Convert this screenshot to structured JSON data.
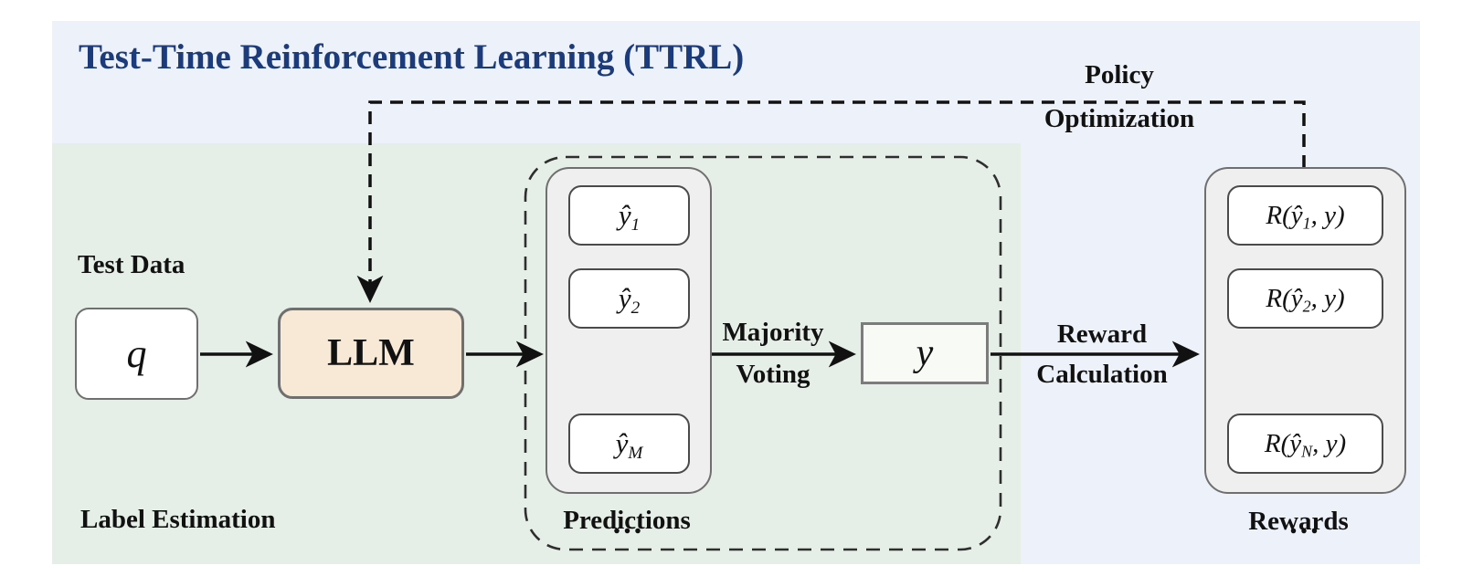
{
  "title": "Test-Time Reinforcement Learning (TTRL)",
  "colors": {
    "panel-blue": "#ECF1FA",
    "panel-green": "#E6EFE7",
    "title-navy": "#1B3B7B",
    "llm-peach": "#F8E8D6",
    "container-gray": "#EFEFEF",
    "box-border": "#6F6F6F",
    "ybox-fill": "#F7FAF5",
    "arrow-black": "#111111"
  },
  "feedback": {
    "label_line1": "Policy",
    "label_line2": "Optimization"
  },
  "pipeline": {
    "test_data_label": "Test Data",
    "q_label": "q",
    "llm_label": "LLM",
    "label_estimation": "Label Estimation",
    "majority_line1": "Majority",
    "majority_line2": "Voting",
    "y_label": "y",
    "reward_line1": "Reward",
    "reward_line2": "Calculation"
  },
  "predictions": {
    "label": "Predictions",
    "ellipsis": "...",
    "items": [
      {
        "base": "ŷ",
        "sub": "1"
      },
      {
        "base": "ŷ",
        "sub": "2"
      },
      {
        "base": "ŷ",
        "sub": "M"
      }
    ]
  },
  "rewards": {
    "label": "Rewards",
    "ellipsis": "...",
    "items": [
      {
        "prefix": "R(ŷ",
        "sub": "1",
        "suffix": ", y)"
      },
      {
        "prefix": "R(ŷ",
        "sub": "2",
        "suffix": ", y)"
      },
      {
        "prefix": "R(ŷ",
        "sub": "N",
        "suffix": ", y)"
      }
    ]
  }
}
